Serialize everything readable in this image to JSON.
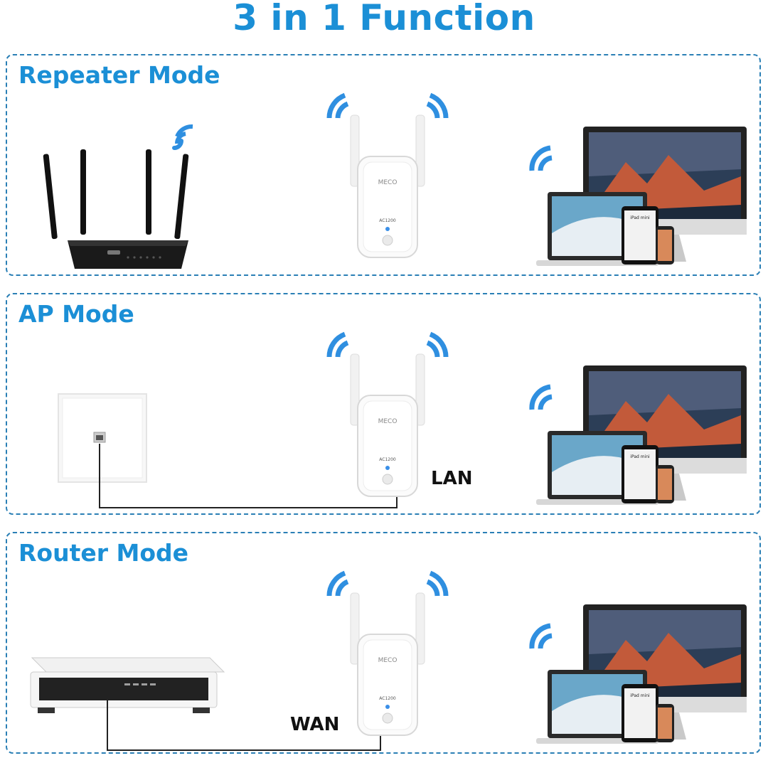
{
  "title": "3 in 1 Function",
  "colors": {
    "accent": "#1b8fd6",
    "border": "#2a7fb5",
    "cable": "#222222"
  },
  "modes": [
    {
      "label": "Repeater Mode",
      "source": "router-icon",
      "port_label": ""
    },
    {
      "label": "AP Mode",
      "source": "ethernet-wall-socket-icon",
      "port_label": "LAN"
    },
    {
      "label": "Router Mode",
      "source": "modem-icon",
      "port_label": "WAN"
    }
  ],
  "extender": {
    "brand": "MECO",
    "model": "AC1200"
  },
  "devices": {
    "tablet_label": "iPad mini"
  }
}
